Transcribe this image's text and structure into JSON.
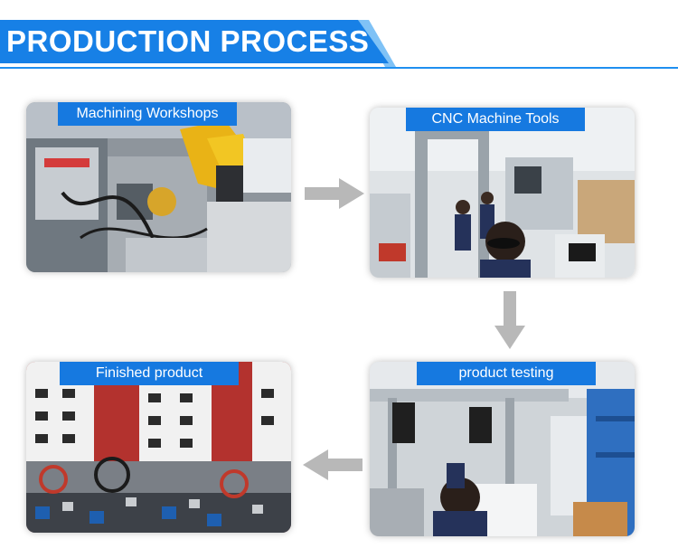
{
  "header": {
    "title": "PRODUCTION PROCESS"
  },
  "steps": [
    {
      "label": "Machining Workshops"
    },
    {
      "label": "CNC Machine Tools"
    },
    {
      "label": "product testing"
    },
    {
      "label": "Finished product"
    }
  ],
  "colors": {
    "brand_blue": "#1780e6",
    "light_blue": "#7fc2f6",
    "arrow_gray": "#b8b8b8"
  }
}
